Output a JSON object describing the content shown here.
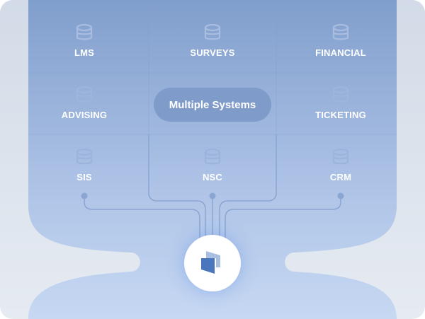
{
  "center_label": "Multiple Systems",
  "systems": [
    {
      "label": "LMS",
      "icon": "database-icon"
    },
    {
      "label": "SURVEYS",
      "icon": "database-icon"
    },
    {
      "label": "FINANCIAL",
      "icon": "database-icon"
    },
    {
      "label": "ADVISING",
      "icon": "database-icon"
    },
    {
      "label": "TICKETING",
      "icon": "database-icon"
    },
    {
      "label": "SIS",
      "icon": "database-icon"
    },
    {
      "label": "NSC",
      "icon": "database-icon"
    },
    {
      "label": "CRM",
      "icon": "database-icon"
    }
  ],
  "hub_icon": "stacked-pages-logo-icon",
  "colors": {
    "panel_top": "#809ecc",
    "panel_bottom": "#c3d5f0",
    "pill": "#7f9bc9",
    "logo": "#4a76bd"
  }
}
